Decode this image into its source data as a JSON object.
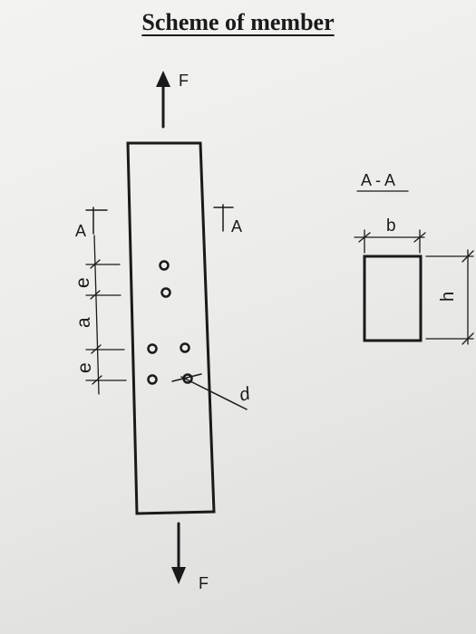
{
  "title": "Scheme of member",
  "labels": {
    "force_top": "F",
    "force_bottom": "F",
    "section_left": "A",
    "section_right": "A",
    "section_title": "A - A",
    "width": "b",
    "height": "h",
    "hole_diameter": "d",
    "edge_top": "e",
    "spacing": "a",
    "edge_bottom": "e"
  },
  "colors": {
    "ink": "#1a1a1a"
  }
}
